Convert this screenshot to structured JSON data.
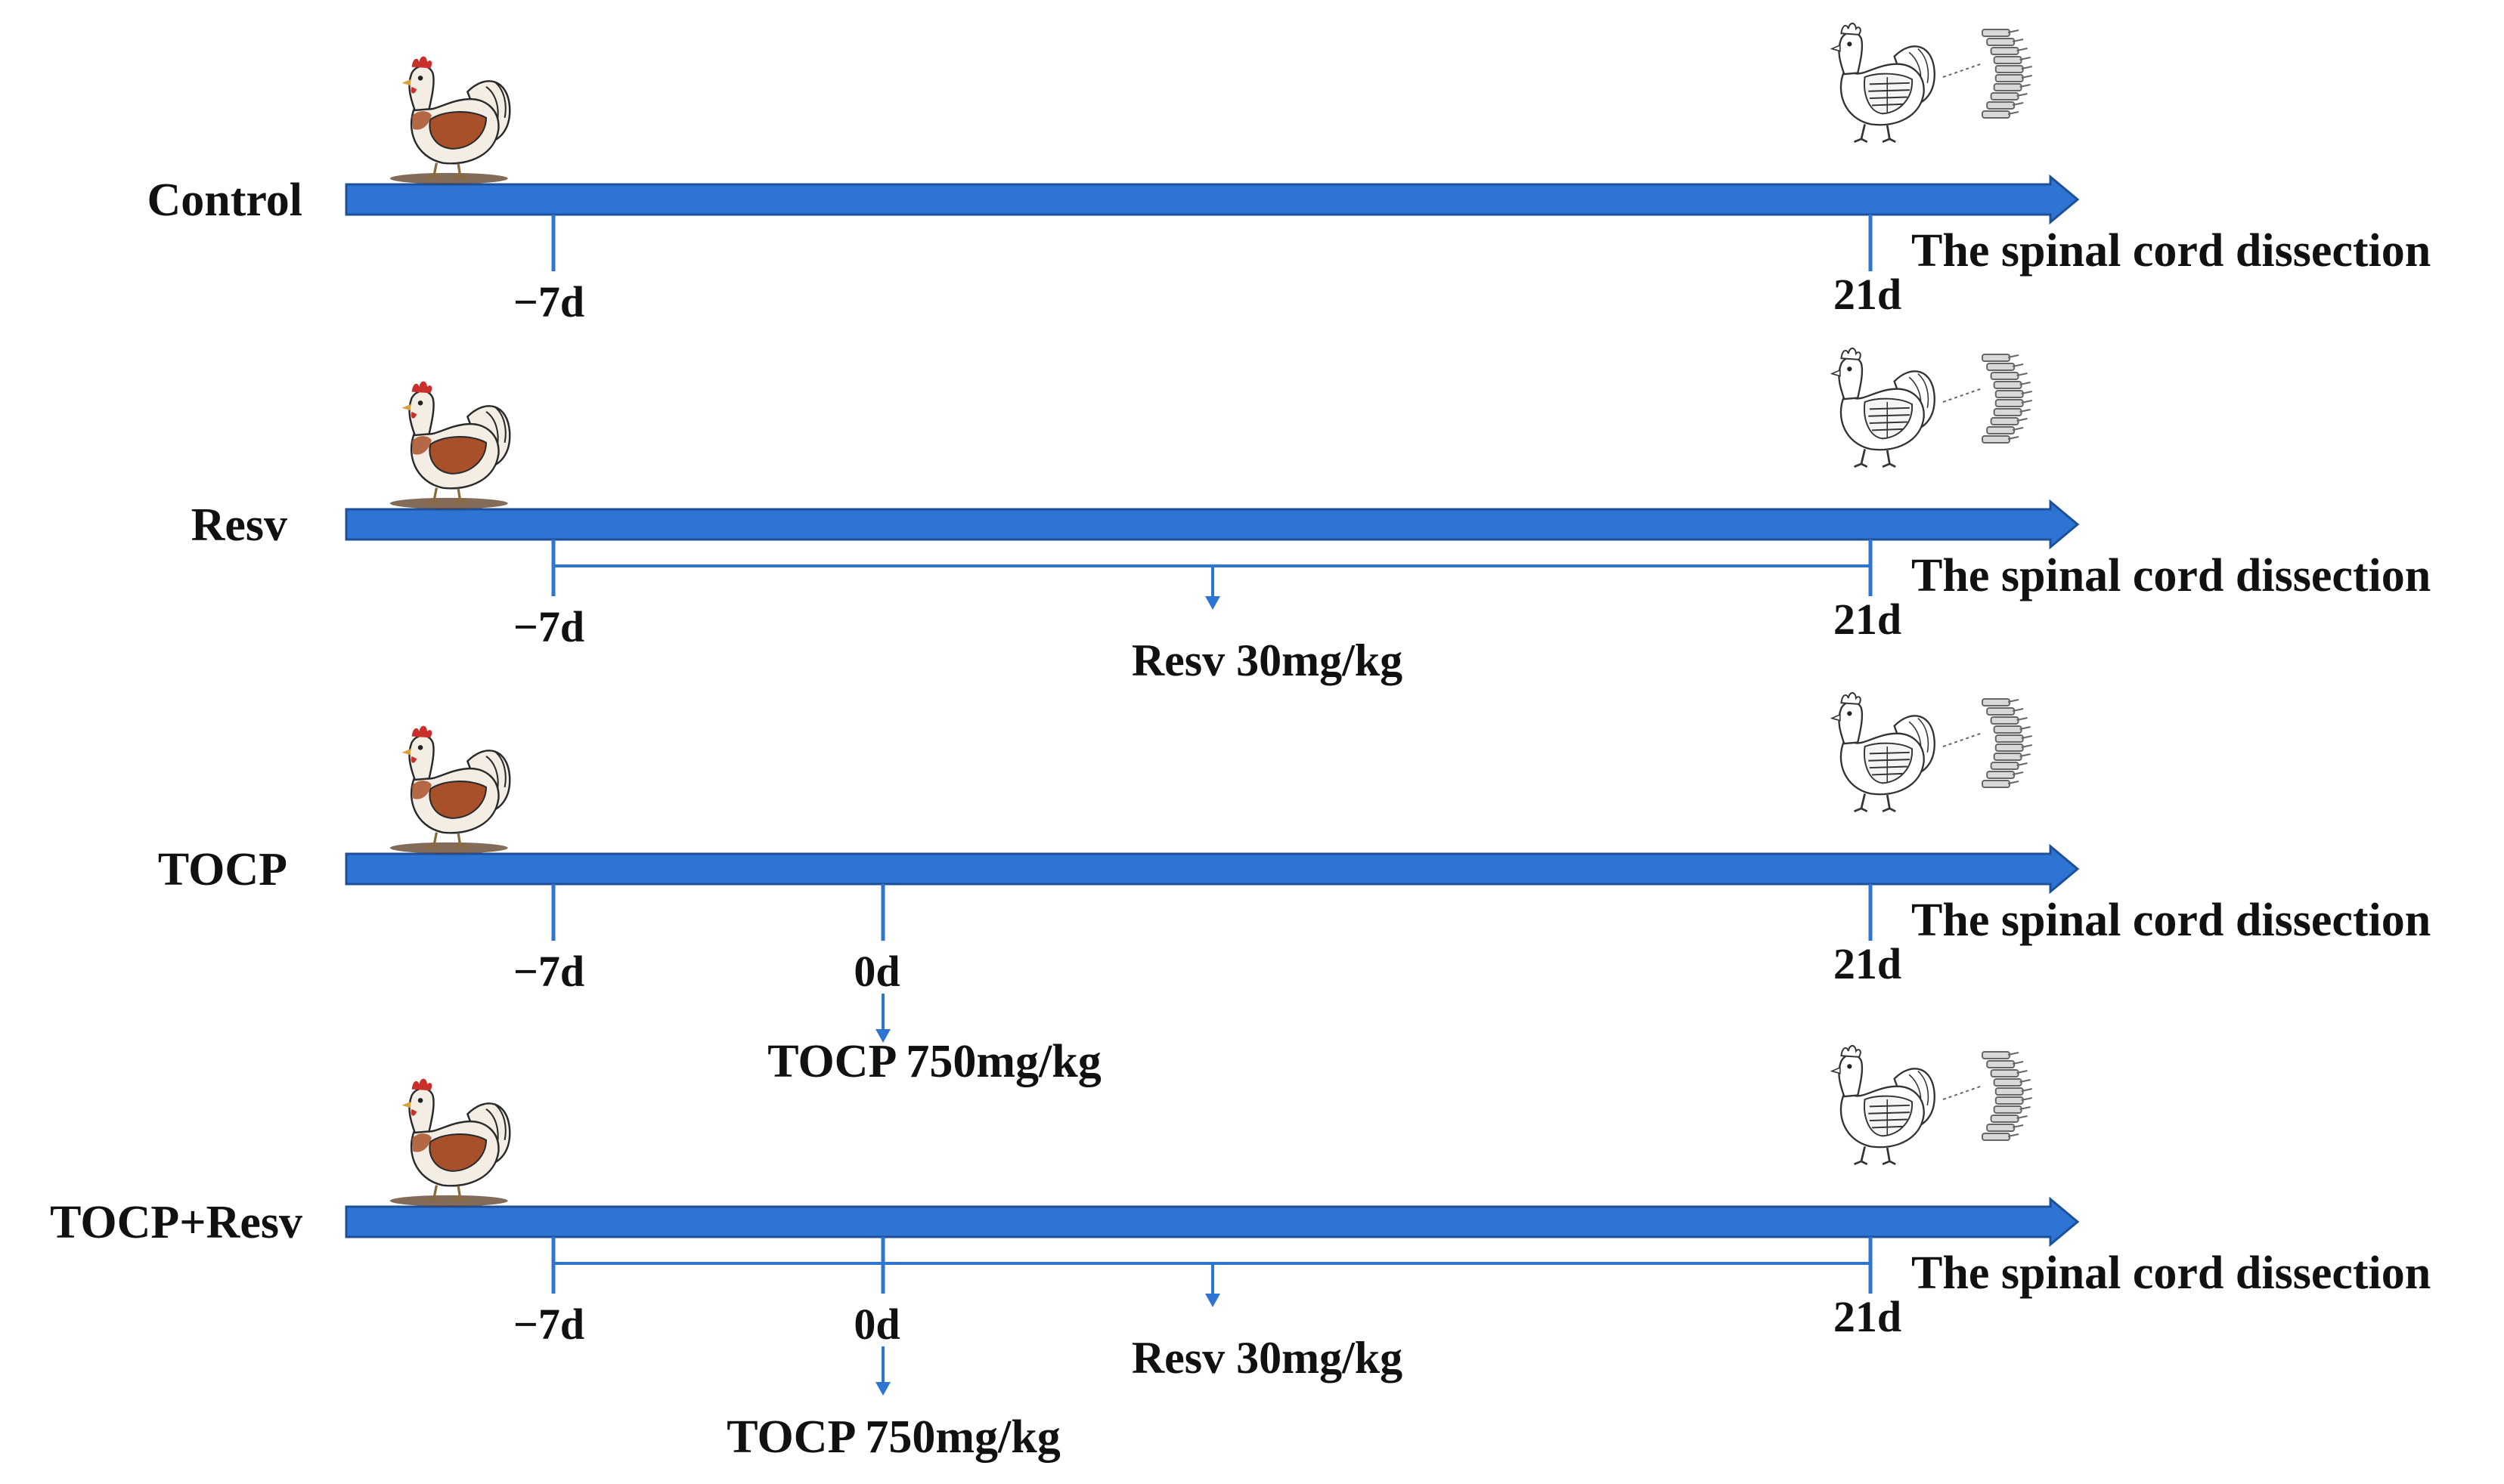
{
  "colors": {
    "timeline": "#2e74d2",
    "timeline_edge": "#1d4f9a",
    "marker": "#2e74d2",
    "text": "#111111",
    "hen_brown": "#a8502a",
    "hen_body": "#f3ede4"
  },
  "icons": {
    "live_hen": "hen-icon",
    "dissected_hen": "dissected-hen-icon",
    "spinal_cord": "spinal-cord-icon"
  },
  "groups": [
    {
      "id": "control",
      "label": "Control",
      "start_label": "−7d",
      "end_label": "21d",
      "endpoint_label": "The spinal cord dissection",
      "dose_0d": null,
      "resv": null
    },
    {
      "id": "resv",
      "label": "Resv",
      "start_label": "−7d",
      "end_label": "21d",
      "endpoint_label": "The spinal cord dissection",
      "dose_0d": null,
      "resv": {
        "label": "Resv 30mg/kg"
      }
    },
    {
      "id": "tocp",
      "label": "TOCP",
      "start_label": "−7d",
      "end_label": "21d",
      "endpoint_label": "The spinal cord dissection",
      "dose_0d": {
        "day_label": "0d",
        "label": "TOCP 750mg/kg"
      },
      "resv": null
    },
    {
      "id": "tocp-resv",
      "label": "TOCP+Resv",
      "start_label": "−7d",
      "end_label": "21d",
      "endpoint_label": "The spinal cord dissection",
      "dose_0d": {
        "day_label": "0d",
        "label": "TOCP 750mg/kg"
      },
      "resv": {
        "label": "Resv 30mg/kg"
      }
    }
  ]
}
